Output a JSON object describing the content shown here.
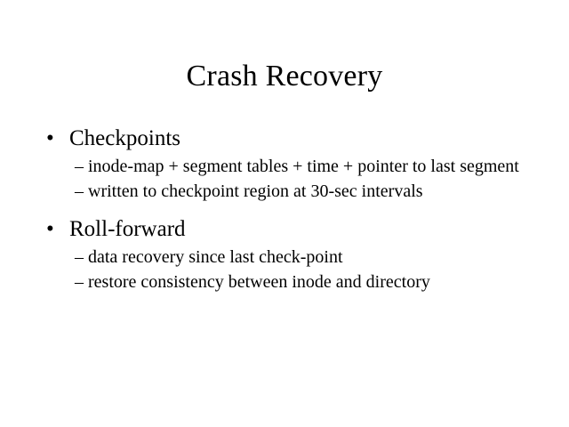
{
  "slide": {
    "title": "Crash Recovery",
    "background_color": "#ffffff",
    "text_color": "#000000",
    "level1_marker": "•",
    "level2_marker": "–",
    "bullets": [
      {
        "label": "Checkpoints",
        "sub_bullets": [
          "inode-map + segment tables + time + pointer to last segment",
          "written to checkpoint region at 30-sec intervals"
        ]
      },
      {
        "label": "Roll-forward",
        "sub_bullets": [
          "data recovery since last check-point",
          "restore consistency between inode and directory"
        ]
      }
    ]
  }
}
